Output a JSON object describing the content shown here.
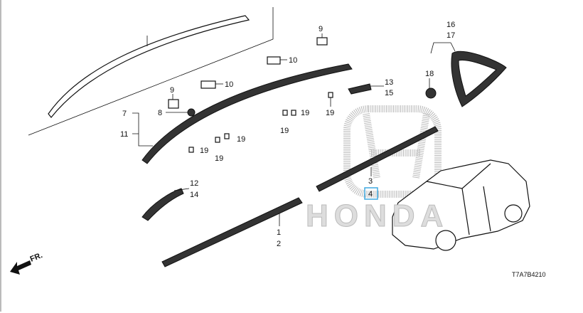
{
  "diagram": {
    "watermark_text": "HONDA",
    "direction_label": "FR.",
    "diagram_code": "T7A7B4210",
    "callouts": {
      "c1": "1",
      "c2": "2",
      "c3": "3",
      "c4": "4",
      "c7": "7",
      "c8": "8",
      "c9a": "9",
      "c9b": "9",
      "c10a": "10",
      "c10b": "10",
      "c11": "11",
      "c12": "12",
      "c13": "13",
      "c14": "14",
      "c15": "15",
      "c16": "16",
      "c17": "17",
      "c18": "18",
      "c19a": "19",
      "c19b": "19",
      "c19c": "19",
      "c19d": "19",
      "c19e": "19",
      "c19f": "19"
    },
    "highlight_color": "#3fa9e0"
  }
}
